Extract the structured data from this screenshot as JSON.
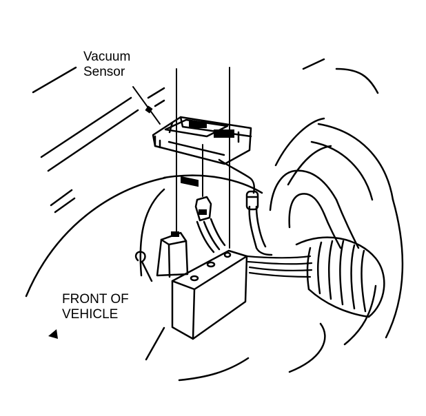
{
  "labels": {
    "vacuum_sensor": [
      "Vacuum",
      "Sensor"
    ],
    "front_of_vehicle": [
      "FRONT OF",
      "VEHICLE"
    ]
  },
  "colors": {
    "ink": "#000000",
    "paper": "#ffffff"
  }
}
